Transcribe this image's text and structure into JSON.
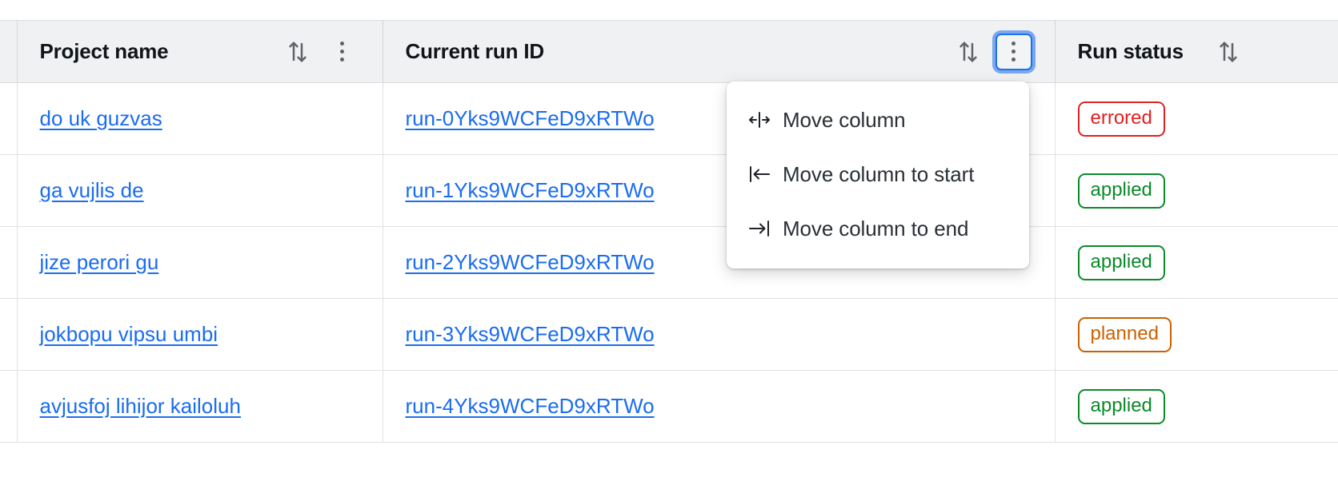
{
  "table": {
    "columns": [
      {
        "id": "project-name",
        "label": "Project name",
        "sort_icon": "sort-updown-icon",
        "menu_icon": "kebab-menu-icon",
        "menu_focused": false
      },
      {
        "id": "current-run-id",
        "label": "Current run ID",
        "sort_icon": "sort-updown-icon",
        "menu_icon": "kebab-menu-icon",
        "menu_focused": true
      },
      {
        "id": "run-status",
        "label": "Run status",
        "sort_icon": "sort-updown-icon",
        "menu_icon": null,
        "menu_focused": false
      }
    ],
    "rows": [
      {
        "project_name": "do uk guzvas",
        "run_id": "run-0Yks9WCFeD9xRTWo",
        "status": "errored",
        "status_kind": "errored"
      },
      {
        "project_name": "ga vujlis de",
        "run_id": "run-1Yks9WCFeD9xRTWo",
        "status": "applied",
        "status_kind": "applied"
      },
      {
        "project_name": "jize perori gu",
        "run_id": "run-2Yks9WCFeD9xRTWo",
        "status": "applied",
        "status_kind": "applied"
      },
      {
        "project_name": "jokbopu vipsu umbi",
        "run_id": "run-3Yks9WCFeD9xRTWo",
        "status": "planned",
        "status_kind": "planned"
      },
      {
        "project_name": "avjusfoj lihijor kailoluh",
        "run_id": "run-4Yks9WCFeD9xRTWo",
        "status": "applied",
        "status_kind": "applied"
      }
    ]
  },
  "column_menu": {
    "open_for_column": "Current run ID",
    "items": [
      {
        "icon": "move-column-icon",
        "label": "Move column"
      },
      {
        "icon": "move-column-to-start-icon",
        "label": "Move column to start"
      },
      {
        "icon": "move-column-to-end-icon",
        "label": "Move column to end"
      }
    ]
  },
  "colors": {
    "link": "#1a6cf0",
    "focus_ring": "#1a73e8",
    "header_bg": "#f0f1f3",
    "errored": "#e02020",
    "applied": "#0a8a28",
    "planned": "#cc6000"
  }
}
